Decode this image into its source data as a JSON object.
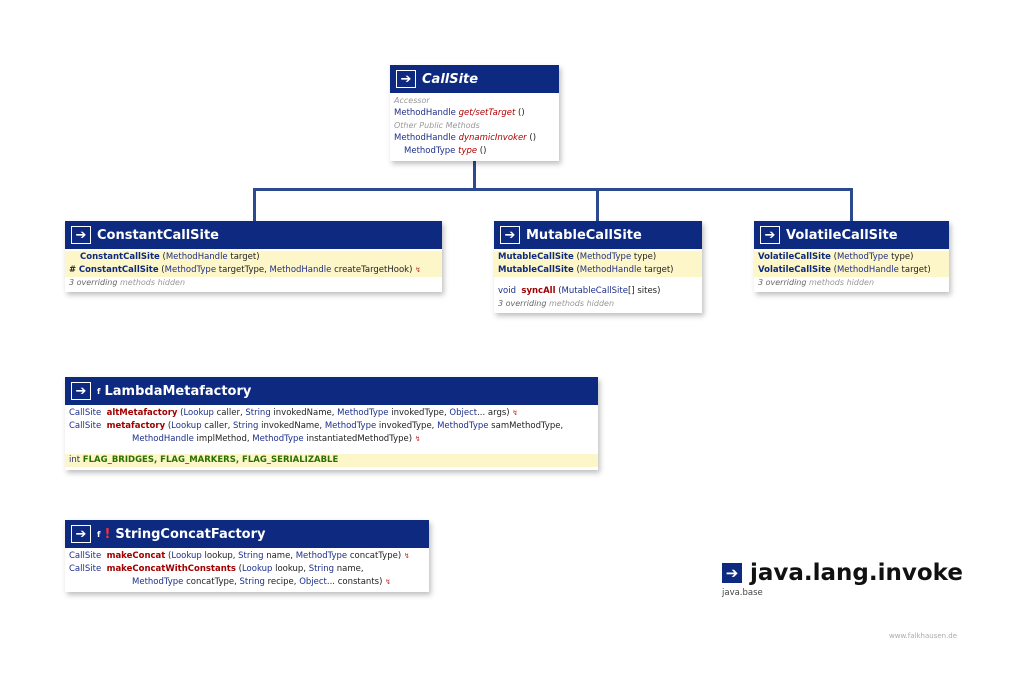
{
  "callsite": {
    "title": "CallSite",
    "section_accessor": "Accessor",
    "r1_type": "MethodHandle",
    "r1_name": "get/setTarget",
    "r1_args": " ()",
    "section_other": "Other Public Methods",
    "r2_type": "MethodHandle",
    "r2_name": "dynamicInvoker",
    "r2_args": " ()",
    "r3_type": "MethodType",
    "r3_name": "type",
    "r3_args": " ()"
  },
  "constant": {
    "title": "ConstantCallSite",
    "c1_name": "ConstantCallSite",
    "c1_open": " (",
    "c1_t1": "MethodHandle",
    "c1_rest": " target)",
    "c2_mod": "#",
    "c2_name": "ConstantCallSite",
    "c2_open": " (",
    "c2_t1": "MethodType",
    "c2_mid": " targetType, ",
    "c2_t2": "MethodHandle",
    "c2_rest": " createTargetHook)",
    "hidden_pre": "3 overriding ",
    "hidden_post": "methods hidden"
  },
  "mutable": {
    "title": "MutableCallSite",
    "c1_name": "MutableCallSite",
    "c1_open": " (",
    "c1_t1": "MethodType",
    "c1_rest": " type)",
    "c2_name": "MutableCallSite",
    "c2_open": " (",
    "c2_t1": "MethodHandle",
    "c2_rest": " target)",
    "m1_ret": "void",
    "m1_name": "syncAll",
    "m1_open": " (",
    "m1_t1": "MutableCallSite",
    "m1_rest": "[] sites)",
    "hidden_pre": "3 overriding ",
    "hidden_post": "methods hidden"
  },
  "volatile": {
    "title": "VolatileCallSite",
    "c1_name": "VolatileCallSite",
    "c1_open": " (",
    "c1_t1": "MethodType",
    "c1_rest": " type)",
    "c2_name": "VolatileCallSite",
    "c2_open": " (",
    "c2_t1": "MethodHandle",
    "c2_rest": " target)",
    "hidden_pre": "3 overriding ",
    "hidden_post": "methods hidden"
  },
  "lambda": {
    "mod": "f",
    "title": "LambdaMetafactory",
    "m1_ret": "CallSite",
    "m1_name": "altMetafactory",
    "m1_open": " (",
    "m1_t1": "Lookup",
    "m1_p1": " caller, ",
    "m1_t2": "String",
    "m1_p2": " invokedName, ",
    "m1_t3": "MethodType",
    "m1_p3": " invokedType, ",
    "m1_t4": "Object",
    "m1_p4": "... args)",
    "m2_ret": "CallSite",
    "m2_name": "metafactory",
    "m2_open": " (",
    "m2_t1": "Lookup",
    "m2_p1": " caller, ",
    "m2_t2": "String",
    "m2_p2": " invokedName, ",
    "m2_t3": "MethodType",
    "m2_p3": " invokedType, ",
    "m2_t4": "MethodType",
    "m2_p4": " samMethodType,",
    "m2b_t1": "MethodHandle",
    "m2b_p1": " implMethod, ",
    "m2b_t2": "MethodType",
    "m2b_p2": " instantiatedMethodType)",
    "f_type": "int",
    "f_names": "FLAG_BRIDGES, FLAG_MARKERS, FLAG_SERIALIZABLE"
  },
  "concat": {
    "mod": "f",
    "warn": "!",
    "title": "StringConcatFactory",
    "m1_ret": "CallSite",
    "m1_name": "makeConcat",
    "m1_open": " (",
    "m1_t1": "Lookup",
    "m1_p1": " lookup, ",
    "m1_t2": "String",
    "m1_p2": " name, ",
    "m1_t3": "MethodType",
    "m1_p3": " concatType)",
    "m2_ret": "CallSite",
    "m2_name": "makeConcatWithConstants",
    "m2_open": " (",
    "m2_t1": "Lookup",
    "m2_p1": " lookup, ",
    "m2_t2": "String",
    "m2_p2": " name,",
    "m2b_t1": "MethodType",
    "m2b_p1": " concatType, ",
    "m2b_t2": "String",
    "m2b_p2": " recipe, ",
    "m2b_t3": "Object",
    "m2b_p3": "... constants)"
  },
  "package": {
    "name": "java.lang.invoke",
    "module": "java.base"
  },
  "credit": "www.falkhausen.de",
  "colors": {
    "header": "#0d2a80",
    "highlight": "#fdf6c8",
    "method": "#b00000",
    "field": "#2a7000"
  },
  "icons": {
    "class": "arrow-right-icon",
    "caller_sensitive": "caller-sensitive-icon"
  }
}
